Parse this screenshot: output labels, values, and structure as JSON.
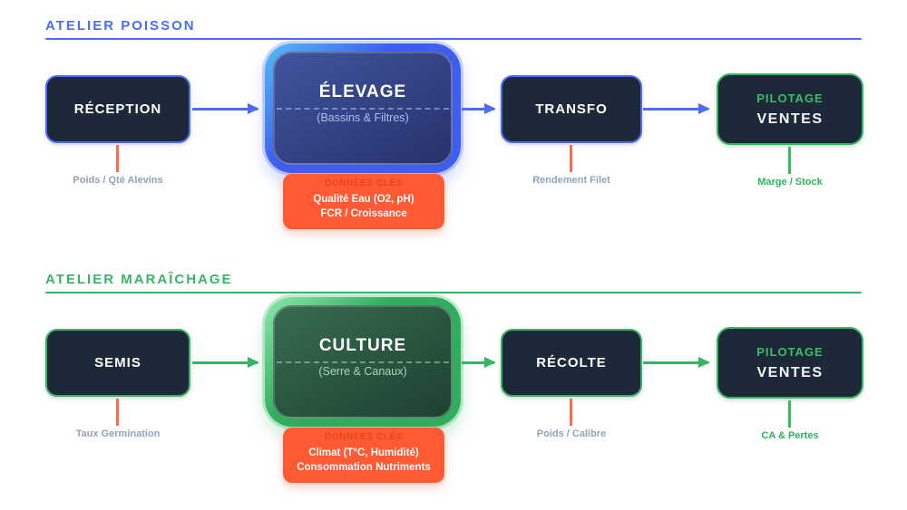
{
  "colors": {
    "blue_accent": "#4A6CF8",
    "green_accent": "#38B564",
    "orange_highlight": "#FF5A33",
    "node_navy": "#1D2938",
    "kpi_label_gray": "#93A1BB"
  },
  "sections": [
    {
      "title": "ATELIER POISSON",
      "steps": {
        "step1": "RÉCEPTION",
        "hub_title": "ÉLEVAGE",
        "hub_subtitle": "(Bassins & Filtres)",
        "step3": "TRANSFO",
        "pilot_line1": "PILOTAGE",
        "pilot_line2": "VENTES"
      },
      "kpis": {
        "step1": "Poids / Qté Alevins",
        "hub_header": "DONNÉES CLÉS",
        "hub_line1": "Qualité Eau (O2, pH)",
        "hub_line2": "FCR / Croissance",
        "step3": "Rendement Filet",
        "pilot": "Marge / Stock"
      }
    },
    {
      "title": "ATELIER MARAÎCHAGE",
      "steps": {
        "step1": "SEMIS",
        "hub_title": "CULTURE",
        "hub_subtitle": "(Serre & Canaux)",
        "step3": "RÉCOLTE",
        "pilot_line1": "PILOTAGE",
        "pilot_line2": "VENTES"
      },
      "kpis": {
        "step1": "Taux Germination",
        "hub_header": "DONNÉES CLÉS",
        "hub_line1": "Climat (T°C, Humidité)",
        "hub_line2": "Consommation Nutriments",
        "step3": "Poids / Calibre",
        "pilot": "CA & Pertes"
      }
    }
  ]
}
